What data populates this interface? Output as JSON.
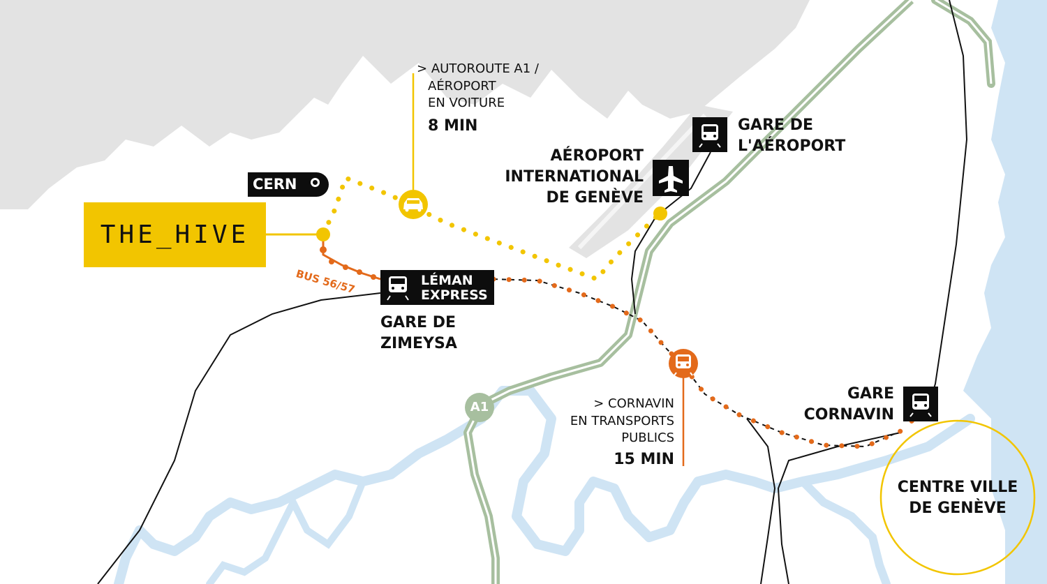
{
  "colors": {
    "land_gray": "#e3e3e3",
    "water_blue": "#cfe4f4",
    "motorway_green": "#a7bf9f",
    "brand_yellow": "#f2c500",
    "transit_orange": "#e36a1b",
    "rail_black": "#111111",
    "badge_black": "#0d0d0d"
  },
  "hive": {
    "logo_text": "THE_HIVE"
  },
  "cern": {
    "label": "CERN"
  },
  "car_route": {
    "prefix": ">",
    "lines": [
      "AUTOROUTE A1 /",
      "AÉROPORT",
      "EN VOITURE"
    ],
    "duration": "8 MIN",
    "icon": "car-icon"
  },
  "airport": {
    "lines": [
      "AÉROPORT",
      "INTERNATIONAL",
      "DE GENÈVE"
    ],
    "icon": "airplane-icon"
  },
  "airport_station": {
    "lines": [
      "GARE DE",
      "L'AÉROPORT"
    ],
    "icon": "train-icon"
  },
  "leman_express": {
    "lines": [
      "LÉMAN",
      "EXPRESS"
    ],
    "icon": "train-icon"
  },
  "zimeysa": {
    "lines": [
      "GARE DE",
      "ZIMEYSA"
    ]
  },
  "bus": {
    "label": "BUS 56/57"
  },
  "public_transport": {
    "prefix": ">",
    "lines": [
      "CORNAVIN",
      "EN TRANSPORTS",
      "PUBLICS"
    ],
    "duration": "15 MIN",
    "icon": "train-icon"
  },
  "cornavin": {
    "lines": [
      "GARE",
      "CORNAVIN"
    ],
    "icon": "train-icon"
  },
  "city_centre": {
    "lines": [
      "CENTRE VILLE",
      "DE GENÈVE"
    ]
  },
  "motorway": {
    "label": "A1"
  }
}
